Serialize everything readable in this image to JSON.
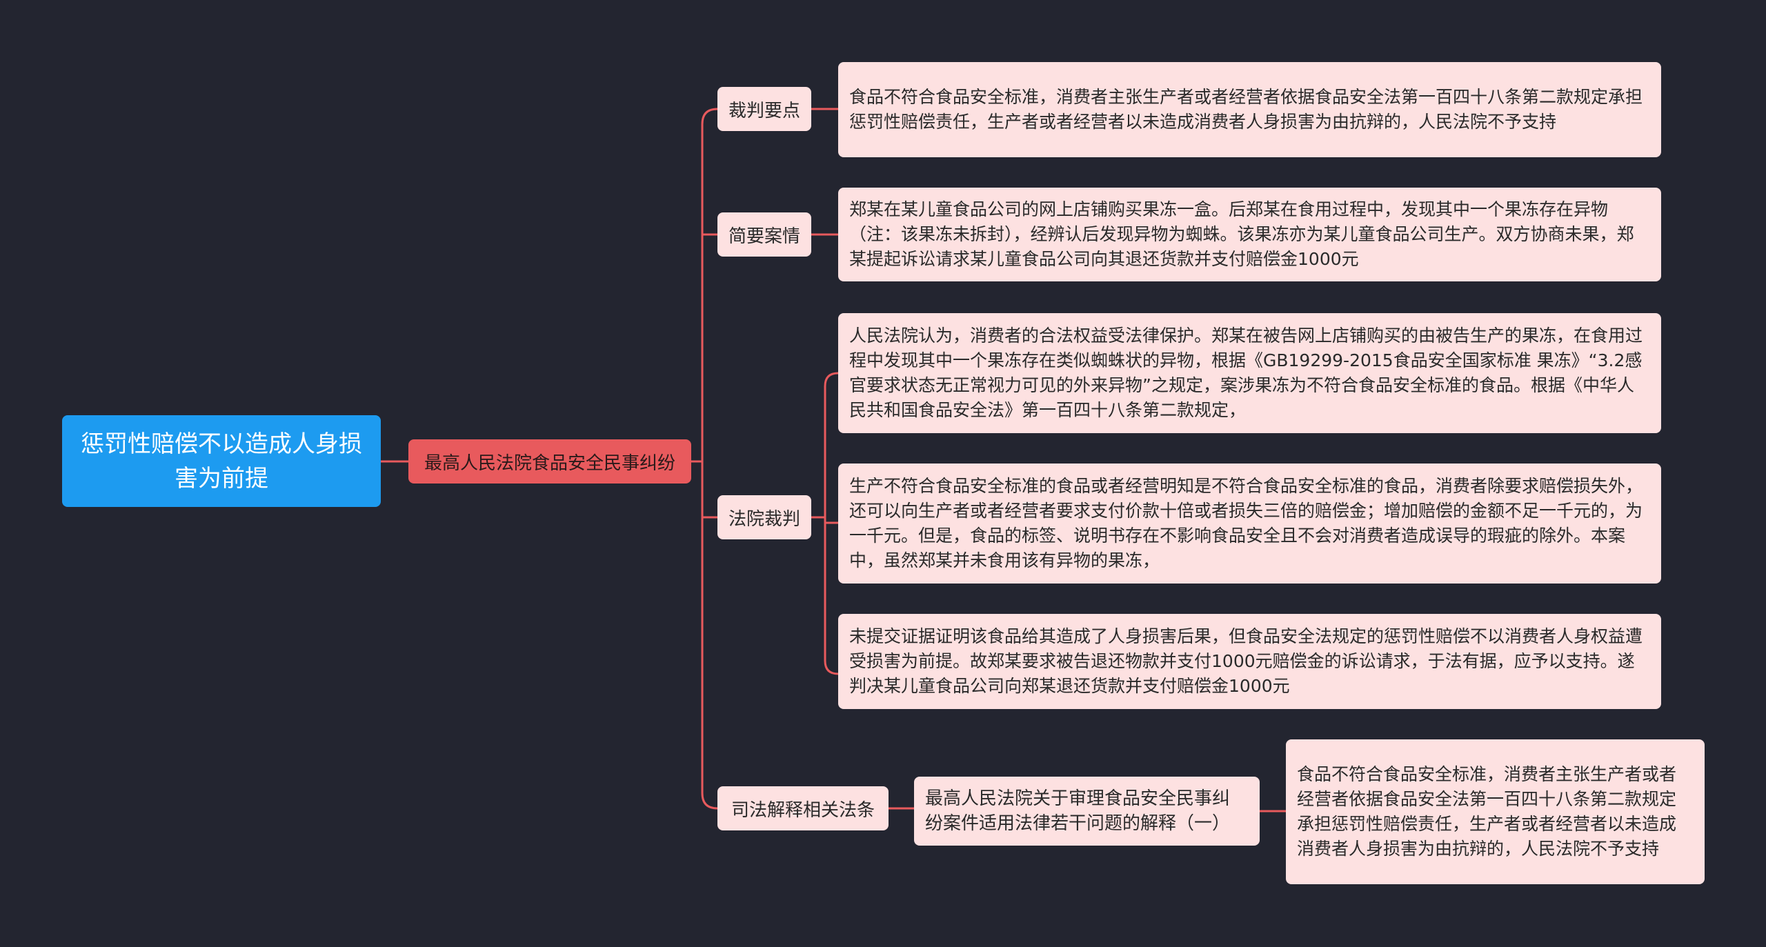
{
  "root": {
    "label": "惩罚性赔偿不以造成人身损害为前提"
  },
  "main": {
    "label": "最高人民法院食品安全民事纠纷"
  },
  "branches": [
    {
      "label": "裁判要点",
      "leaves": [
        "食品不符合食品安全标准，消费者主张生产者或者经营者依据食品安全法第一百四十八条第二款规定承担惩罚性赔偿责任，生产者或者经营者以未造成消费者人身损害为由抗辩的，人民法院不予支持"
      ]
    },
    {
      "label": "简要案情",
      "leaves": [
        "郑某在某儿童食品公司的网上店铺购买果冻一盒。后郑某在食用过程中，发现其中一个果冻存在异物（注：该果冻未拆封），经辨认后发现异物为蜘蛛。该果冻亦为某儿童食品公司生产。双方协商未果，郑某提起诉讼请求某儿童食品公司向其退还货款并支付赔偿金1000元"
      ]
    },
    {
      "label": "法院裁判",
      "leaves": [
        "人民法院认为，消费者的合法权益受法律保护。郑某在被告网上店铺购买的由被告生产的果冻，在食用过程中发现其中一个果冻存在类似蜘蛛状的异物，根据《GB19299-2015食品安全国家标准 果冻》“3.2感官要求状态无正常视力可见的外来异物”之规定，案涉果冻为不符合食品安全标准的食品。根据《中华人民共和国食品安全法》第一百四十八条第二款规定，",
        "生产不符合食品安全标准的食品或者经营明知是不符合食品安全标准的食品，消费者除要求赔偿损失外，还可以向生产者或者经营者要求支付价款十倍或者损失三倍的赔偿金；增加赔偿的金额不足一千元的，为一千元。但是，食品的标签、说明书存在不影响食品安全且不会对消费者造成误导的瑕疵的除外。本案中，虽然郑某并未食用该有异物的果冻，",
        "未提交证据证明该食品给其造成了人身损害后果，但食品安全法规定的惩罚性赔偿不以消费者人身权益遭受损害为前提。故郑某要求被告退还物款并支付1000元赔偿金的诉讼请求，于法有据，应予以支持。遂判决某儿童食品公司向郑某退还货款并支付赔偿金1000元"
      ]
    },
    {
      "label": "司法解释相关法条",
      "sub": {
        "label": "最高人民法院关于审理食品安全民事纠纷案件适用法律若干问题的解释（一）",
        "leaf": "食品不符合食品安全标准，消费者主张生产者或者经营者依据食品安全法第一百四十八条第二款规定承担惩罚性赔偿责任，生产者或者经营者以未造成消费者人身损害为由抗辩的，人民法院不予支持"
      }
    }
  ],
  "colors": {
    "background": "#232530",
    "root": "#1d9bf0",
    "main": "#e85a5d",
    "node": "#fde1e1",
    "connector": "#e85a5d"
  }
}
